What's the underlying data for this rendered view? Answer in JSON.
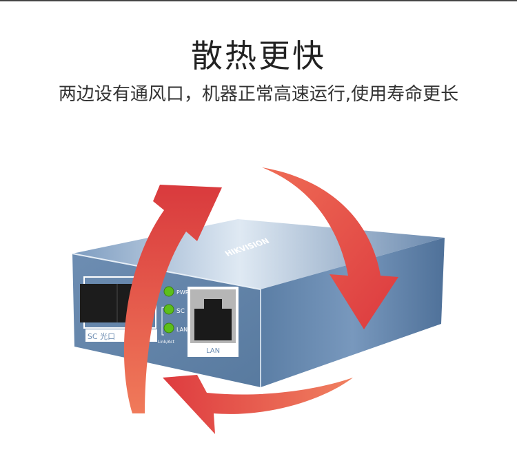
{
  "header": {
    "title": "散热更快",
    "subtitle": "两边设有通风口，机器正常高速运行,使用寿命更长"
  },
  "device": {
    "brand": "HIKVISION",
    "fiber_port_label": "SC 光口",
    "led_labels": [
      "PWR",
      "SC",
      "LAN"
    ],
    "link_label": "Link/Act",
    "lan_port_label": "LAN"
  },
  "colors": {
    "arrow": "#e04545",
    "device_body": "#6f8fb3",
    "led": "#5cbf1a"
  }
}
